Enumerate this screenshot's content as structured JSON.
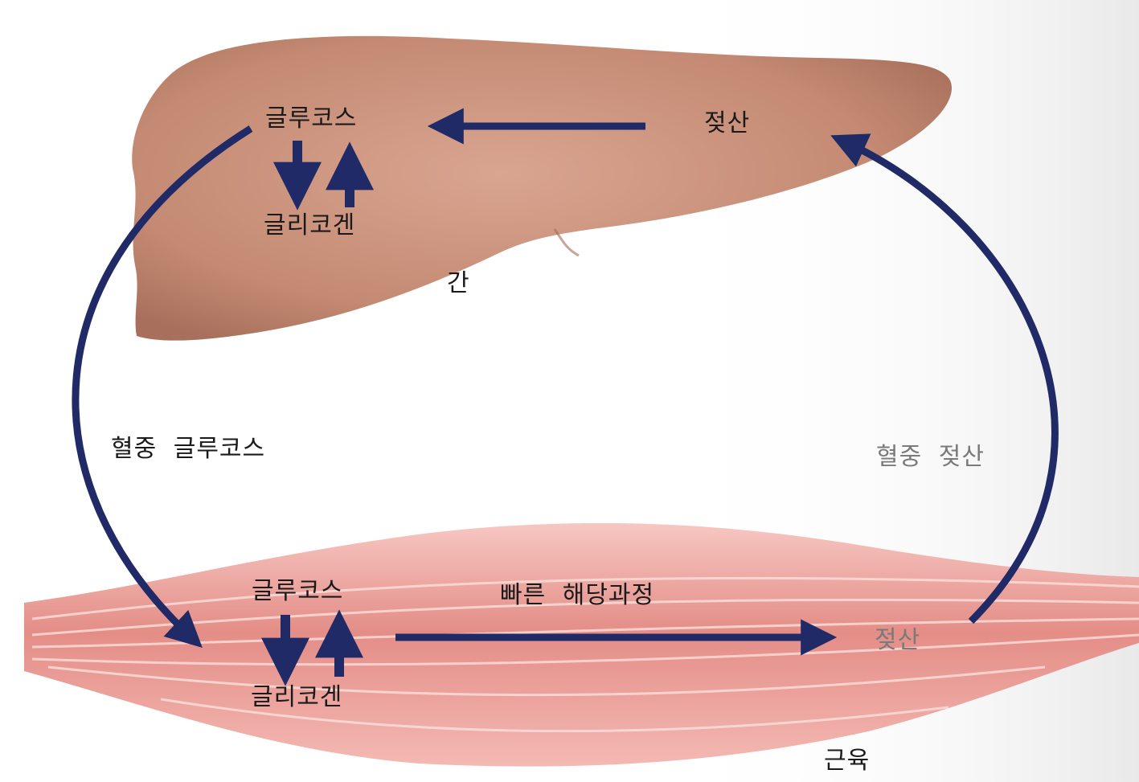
{
  "liver": {
    "glucose": "글루코스",
    "glycogen": "글리코겐",
    "lactate": "젖산",
    "name": "간"
  },
  "blood": {
    "glucose": "혈중 글루코스",
    "lactate": "혈중 젖산"
  },
  "muscle": {
    "glucose": "글루코스",
    "glycogen": "글리코겐",
    "glycolysis": "빠른 해당과정",
    "lactate": "젖산",
    "name": "근육"
  },
  "colors": {
    "arrow": "#1f2a66",
    "liver": "#c98f78",
    "muscle": "#e99a93",
    "page_shadow": "#eeeeee"
  }
}
